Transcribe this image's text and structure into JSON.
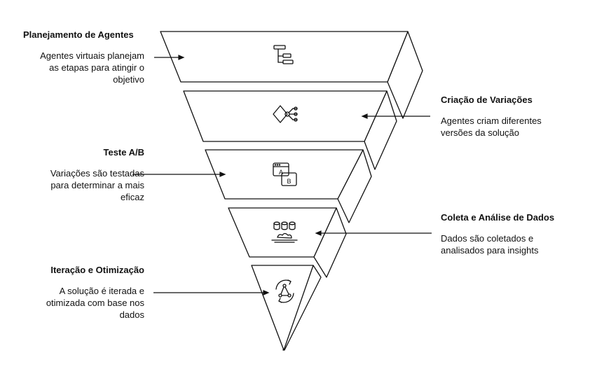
{
  "funnel": {
    "stages": [
      {
        "title": "Planejamento de Agentes",
        "description": "Agentes virtuais planejam\nas etapas para atingir o\nobjetivo",
        "icon": "flowchart-icon",
        "side": "left"
      },
      {
        "title": "Criação de Variações",
        "description": "Agentes criam diferentes\nversões da solução",
        "icon": "branching-variations-icon",
        "side": "right"
      },
      {
        "title": "Teste A/B",
        "description": "Variações são testadas\npara determinar a mais\neficaz",
        "icon": "ab-test-window-icon",
        "icon_labels": [
          "A",
          "B"
        ],
        "side": "left"
      },
      {
        "title": "Coleta e Análise de Dados",
        "description": "Dados são coletados e\nanalisados para insights",
        "icon": "database-analysis-icon",
        "side": "right"
      },
      {
        "title": "Iteração e Otimização",
        "description": "A solução é iterada e\notimizada com base nos\ndados",
        "icon": "iteration-cycle-icon",
        "side": "left"
      }
    ]
  },
  "colors": {
    "stroke": "#111111",
    "front_fill": "#ffffff",
    "side_fill": "#ffffff",
    "background": "#ffffff"
  }
}
